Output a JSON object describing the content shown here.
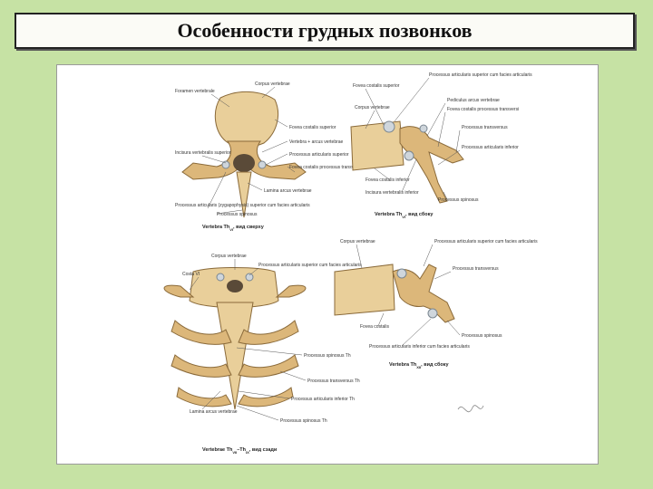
{
  "title": "Особенности грудных позвонков",
  "panels": {
    "top_left": {
      "caption": "Vertebra Th",
      "caption_sub": "VI",
      "caption_rest": ", вид сверху",
      "labels": [
        "Corpus vertebrae",
        "Foramen vertebrale",
        "Fovea costalis superior",
        "Vertebra + arcus vertebrae",
        "Incisura vertebralis superior",
        "Processus articularis superior",
        "Fovea costalis processus transversi",
        "Lamina arcus vertebrae",
        "Processus articularis (zygapophysis) superior cum facies articularis",
        "Processus spinosus"
      ]
    },
    "top_right": {
      "caption": "Vertebra Th",
      "caption_sub": "VI",
      "caption_rest": ", вид сбоку",
      "labels": [
        "Processus articularis superior cum facies articularis",
        "Fovea costalis superior",
        "Corpus vertebrae",
        "Pediculus arcus vertebrae",
        "Fovea costalis processus transversi",
        "Processus transversus",
        "Processus articularis inferior",
        "Fovea costalis inferior",
        "Incisura vertebralis inferior",
        "Processus spinosus"
      ]
    },
    "bottom_left": {
      "caption": "Vertebrae Th",
      "caption_sub": "VII",
      "caption_rest": "–Th",
      "caption_sub2": "IX",
      "caption_rest2": ", вид сзади",
      "labels": [
        "Corpus vertebrae",
        "Costa VI",
        "Processus articularis superior cum facies articularis",
        "Processus spinosus Th",
        "Processus transversus Th",
        "Processus articularis inferior Th",
        "Lamina arcus vertebrae",
        "Processus spinosus Th"
      ]
    },
    "bottom_right": {
      "caption": "Vertebra Th",
      "caption_sub": "XII",
      "caption_rest": ", вид сбоку",
      "labels": [
        "Corpus vertebrae",
        "Processus articularis superior cum facies articularis",
        "Processus transversus",
        "Fovea costalis",
        "Processus spinosus",
        "Processus articularis inferior cum facies articularis"
      ]
    }
  }
}
